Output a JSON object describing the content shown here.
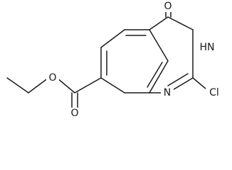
{
  "molecule": {
    "atom_labels": {
      "carbonyl_oxygen_ring": "O",
      "ring_nh": "HN",
      "ring_n": "N",
      "chlorine": "Cl",
      "ester_ether_oxygen": "O",
      "ester_carbonyl_oxygen": "O"
    }
  }
}
